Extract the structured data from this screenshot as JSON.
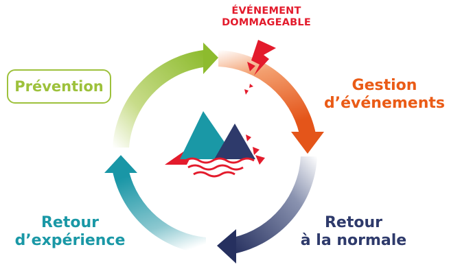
{
  "diagram": {
    "event": {
      "line1": "ÉVÉNEMENT",
      "line2": "DOMMAGEABLE",
      "color": "#e31b2c"
    },
    "stages": {
      "prevention": {
        "label": "Prévention",
        "color": "#9dc13b"
      },
      "gestion": {
        "line1": "Gestion",
        "line2": "d’événements",
        "color": "#ea5b16"
      },
      "retour_normale": {
        "line1": "Retour",
        "line2": "à la normale",
        "color": "#2e3a6b"
      },
      "retour_experience": {
        "line1": "Retour",
        "line2": "d’expérience",
        "color": "#1a98a6"
      }
    },
    "center_icon": "mountains-and-water-icon",
    "arrow_icons": [
      "cycle-arrow-green",
      "cycle-arrow-orange",
      "cycle-arrow-navy",
      "cycle-arrow-teal"
    ]
  }
}
